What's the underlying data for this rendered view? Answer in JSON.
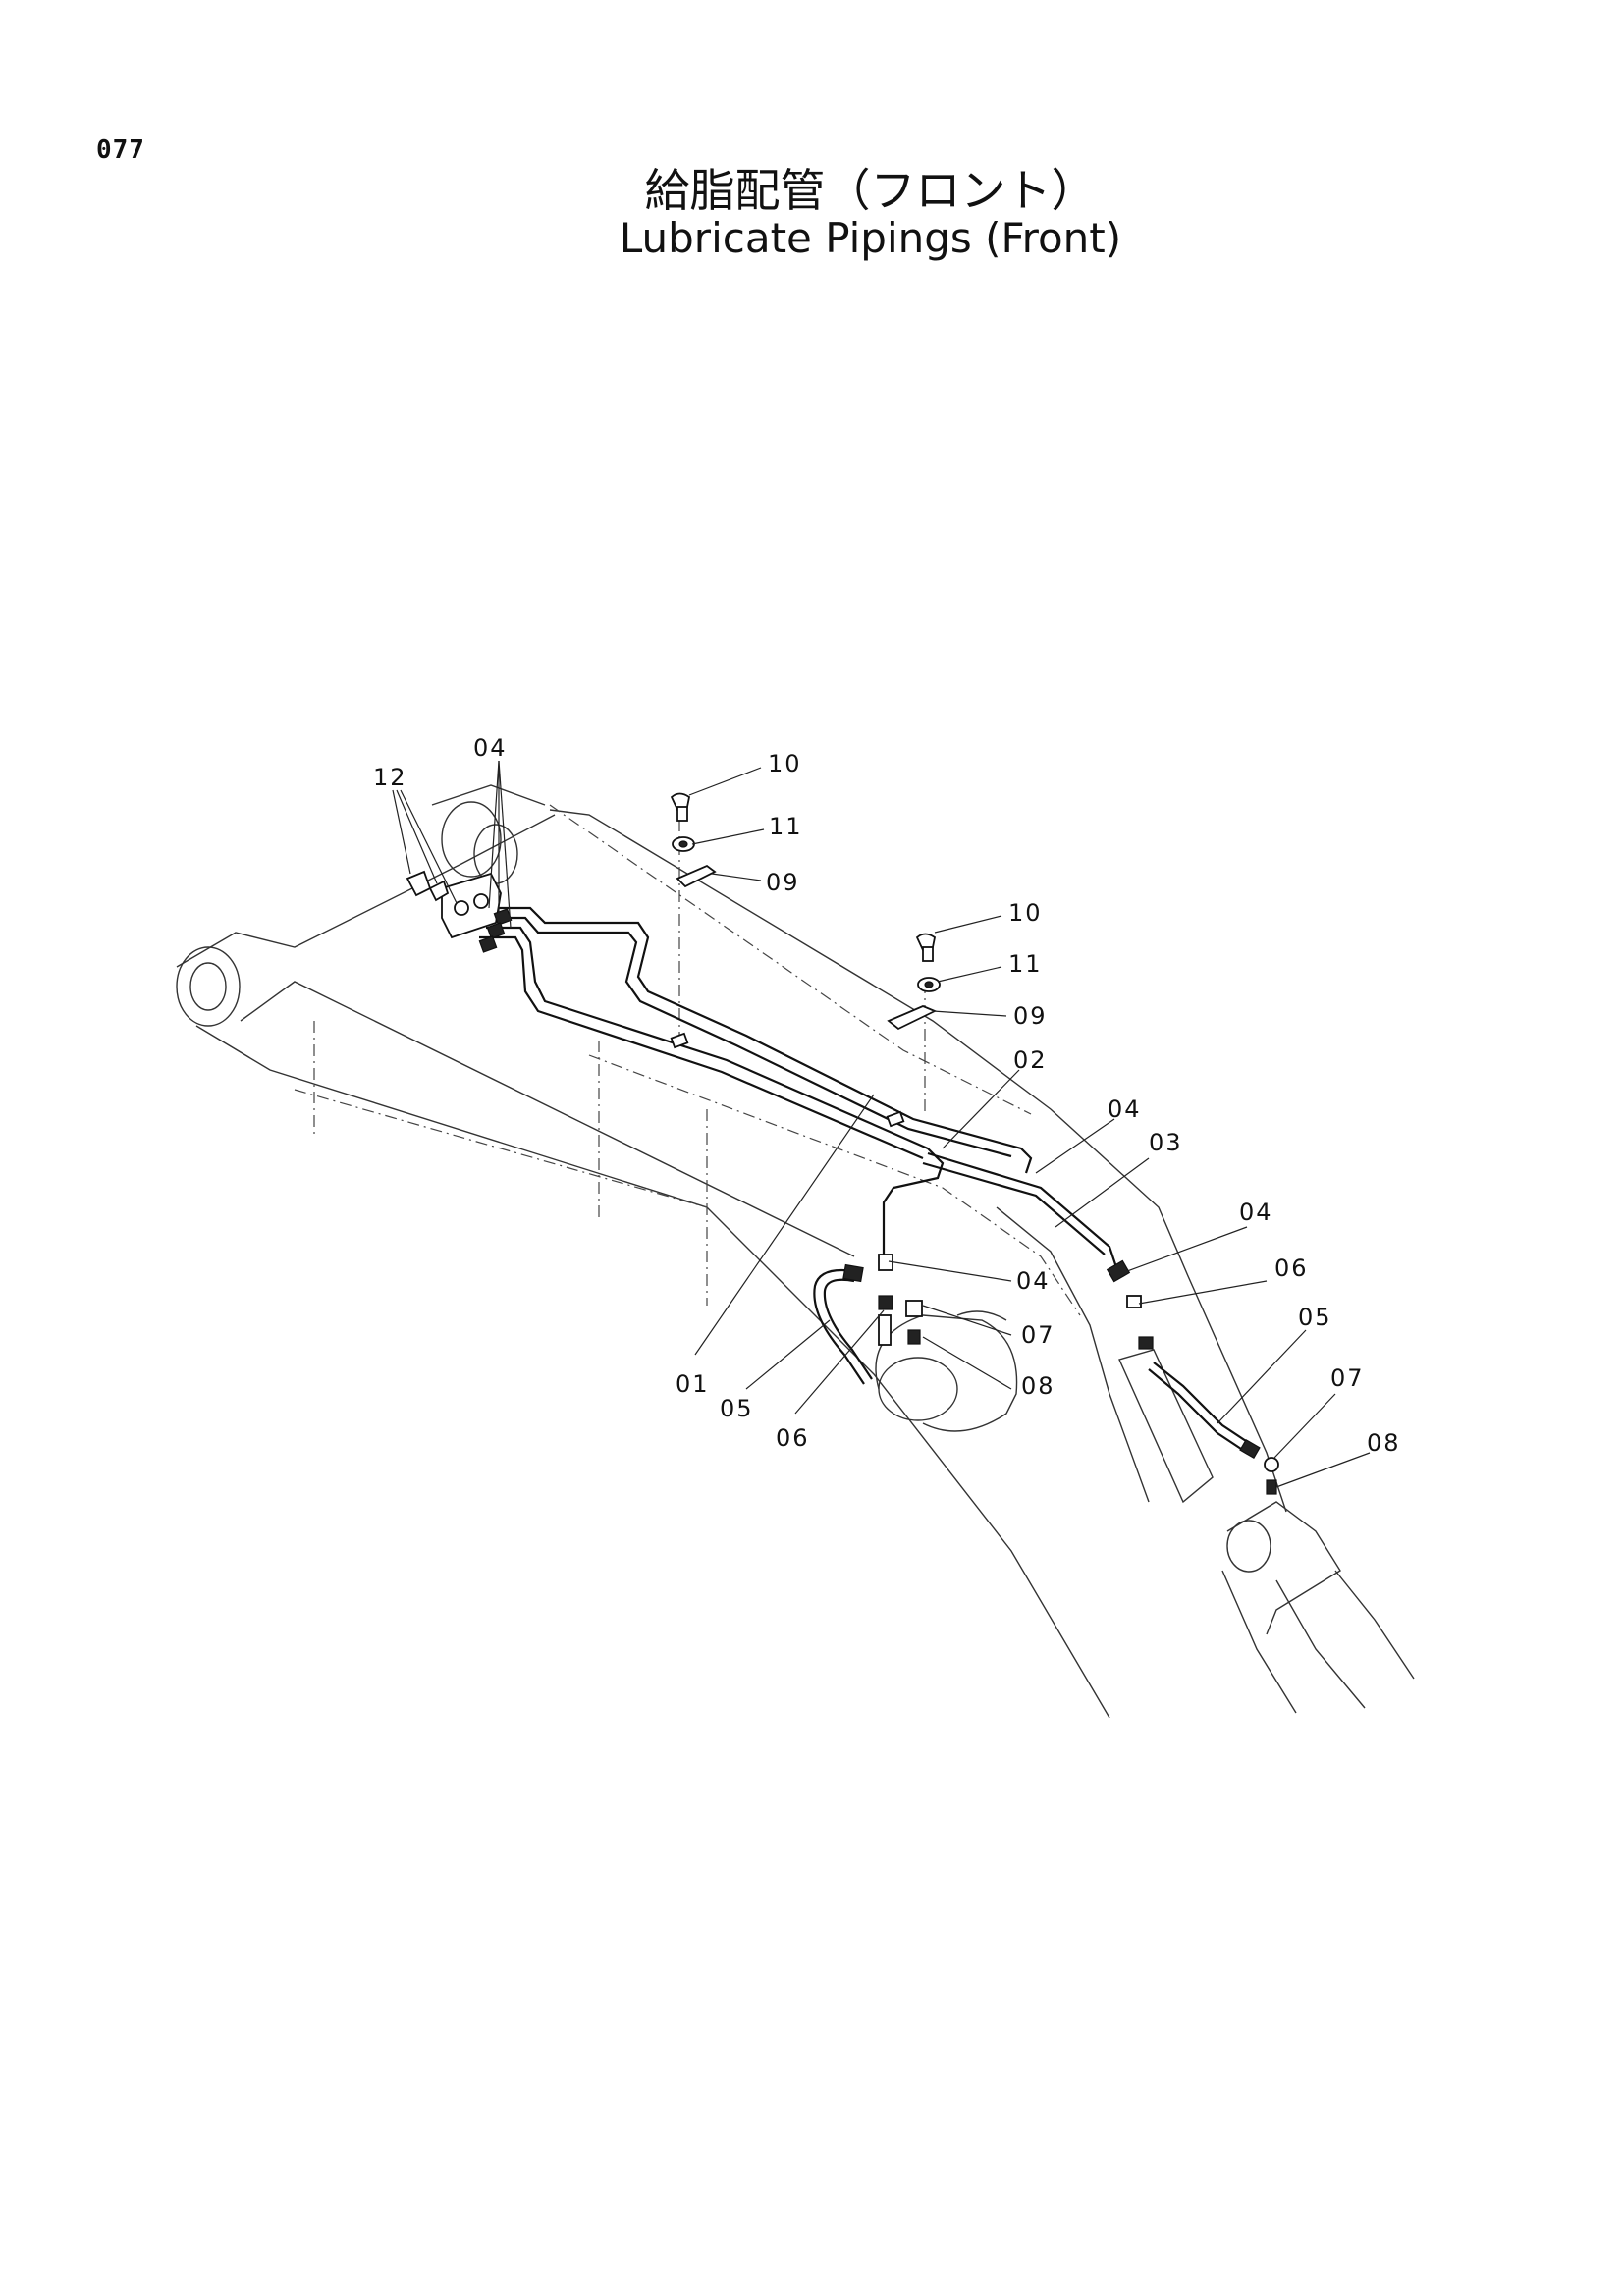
{
  "page": {
    "number": "077",
    "title_jp": "給脂配管（フロント）",
    "title_en": "Lubricate Pipings (Front)"
  },
  "callouts": {
    "c12": "12",
    "c04_top": "04",
    "c10_a": "10",
    "c11_a": "11",
    "c09_a": "09",
    "c10_b": "10",
    "c11_b": "11",
    "c09_b": "09",
    "c02": "02",
    "c04_mid": "04",
    "c03": "03",
    "c04_right": "04",
    "c06_right": "06",
    "c05_right": "05",
    "c07_right": "07",
    "c08_right": "08",
    "c04_center": "04",
    "c07_center": "07",
    "c08_center": "08",
    "c01": "01",
    "c05_center": "05",
    "c06_center": "06"
  }
}
